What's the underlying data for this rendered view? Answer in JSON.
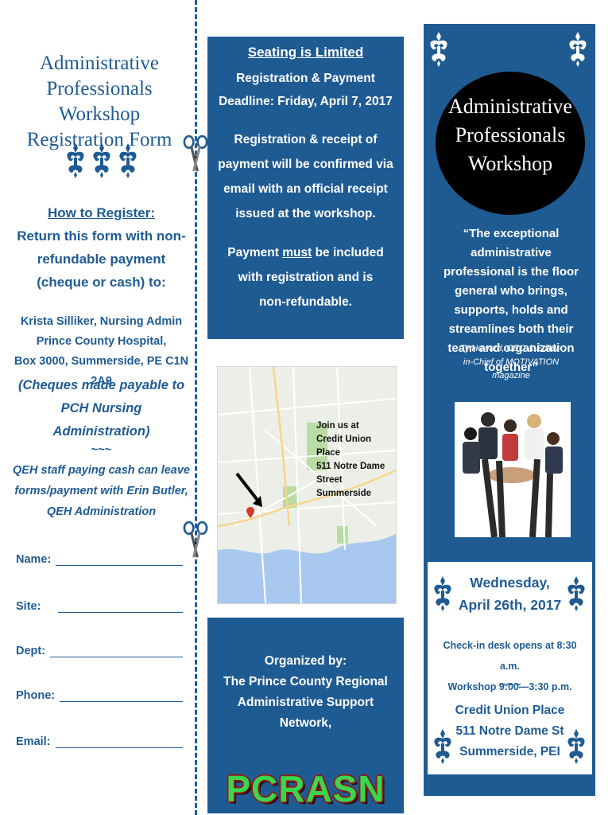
{
  "left": {
    "title": "Administrative Professionals Workshop Registration Form",
    "how_to_heading": "How to Register:",
    "how_to_text": "Return this form with non-refundable payment (cheque or cash) to:",
    "address": [
      "Krista Silliker, Nursing Admin",
      "Prince County Hospital,",
      "Box 3000, Summerside, PE C1N 2A9"
    ],
    "cheques_note": "(Cheques made payable to PCH Nursing Administration)",
    "tilde": "~~~",
    "qeh_note": "QEH staff paying cash can leave forms/payment with Erin Butler, QEH Administration",
    "fields": [
      {
        "label": "Name:"
      },
      {
        "label": "Site:"
      },
      {
        "label": "Dept:"
      },
      {
        "label": "Phone:"
      },
      {
        "label": "Email:"
      }
    ]
  },
  "middle": {
    "seating": "Seating is Limited",
    "deadline_line1": "Registration & Payment",
    "deadline_line2": "Deadline: Friday, April 7, 2017",
    "confirm_text": "Registration & receipt of payment will be confirmed via email with an official receipt issued at the workshop.",
    "payment_pre": "Payment ",
    "payment_must": "must",
    "payment_post": " be included with registration and is non-refundable.",
    "map_text": [
      "Join us at",
      "Credit Union Place",
      "511 Notre Dame Street",
      "Summerside"
    ],
    "organized_by": "Organized by:",
    "organizer_name": "The Prince County Regional Administrative Support Network,",
    "logo": "PCRASN"
  },
  "right": {
    "oval_title": "Administrative Professionals Workshop",
    "quote": "“The exceptional administrative professional is the floor general who brings, supports, holds and streamlines both their team and organization together”",
    "attribution": "Ty Howard, CEO & Editor-in-Chief of MOTIVATION magazine",
    "date_line1": "Wednesday,",
    "date_line2": "April 26th, 2017",
    "checkin": "Check-in desk opens at 8:30 a.m.",
    "workshop_time": "Workshop 9:00—3:30 p.m.",
    "tilde": "~~~",
    "venue": [
      "Credit Union Place",
      "511 Notre Dame St",
      "Summerside, PEI"
    ]
  },
  "colors": {
    "brand_blue": "#1f5b93",
    "logo_green": "#3ad64f",
    "logo_red": "#8b1a1a"
  },
  "icons": [
    "fleur-ornament-icon",
    "scissors-icon",
    "arrow-icon",
    "map-pin-icon"
  ]
}
